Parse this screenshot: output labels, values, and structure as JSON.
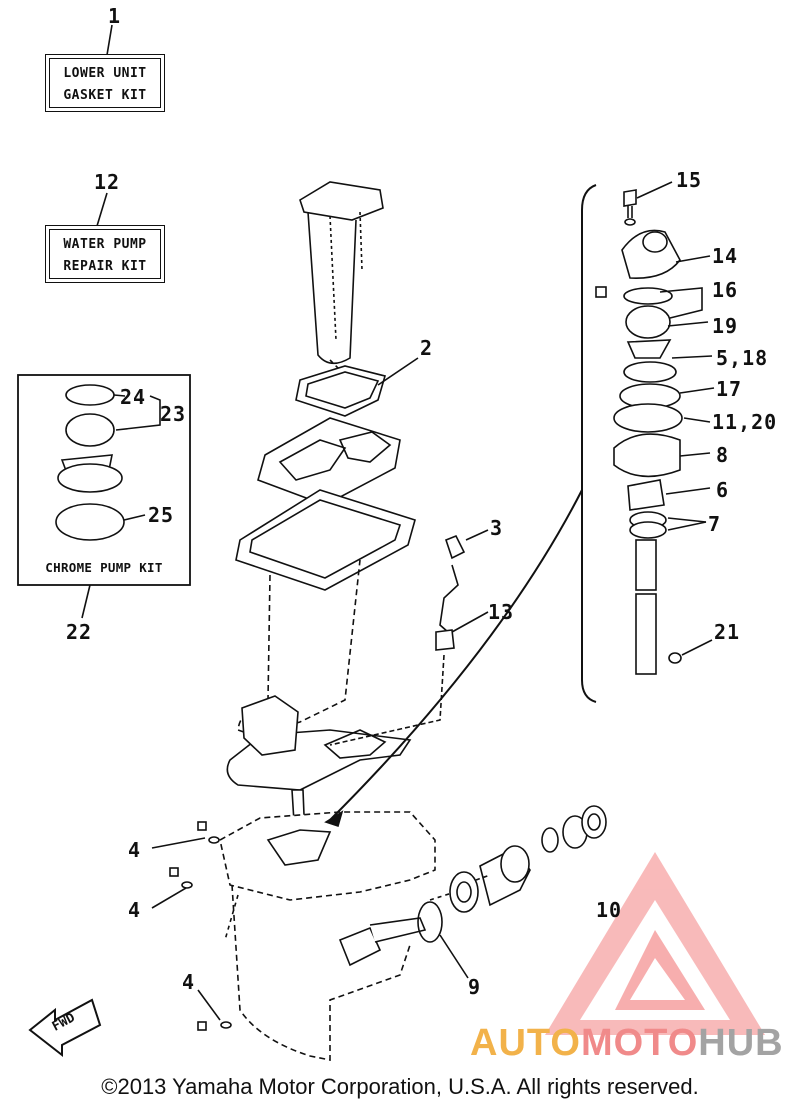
{
  "kits": {
    "lower_unit": {
      "number": "1",
      "line1": "LOWER UNIT",
      "line2": "GASKET KIT"
    },
    "water_pump": {
      "number": "12",
      "line1": "WATER PUMP",
      "line2": "REPAIR KIT"
    },
    "chrome_pump": {
      "number": "22",
      "caption": "CHROME PUMP KIT"
    }
  },
  "callouts": {
    "c2": "2",
    "c3": "3",
    "c4a": "4",
    "c4b": "4",
    "c4c": "4",
    "c5_18": "5,18",
    "c6": "6",
    "c7": "7",
    "c8": "8",
    "c9": "9",
    "c10": "10",
    "c11_20": "11,20",
    "c13": "13",
    "c14": "14",
    "c15": "15",
    "c16": "16",
    "c17": "17",
    "c19": "19",
    "c21": "21",
    "c23": "23",
    "c24": "24",
    "c25": "25"
  },
  "fwd_label": "FWD",
  "watermark": {
    "part1": "AUTO",
    "part2": "MOTO",
    "part3": "HUB"
  },
  "copyright": "©2013 Yamaha Motor Corporation, U.S.A. All rights reserved."
}
